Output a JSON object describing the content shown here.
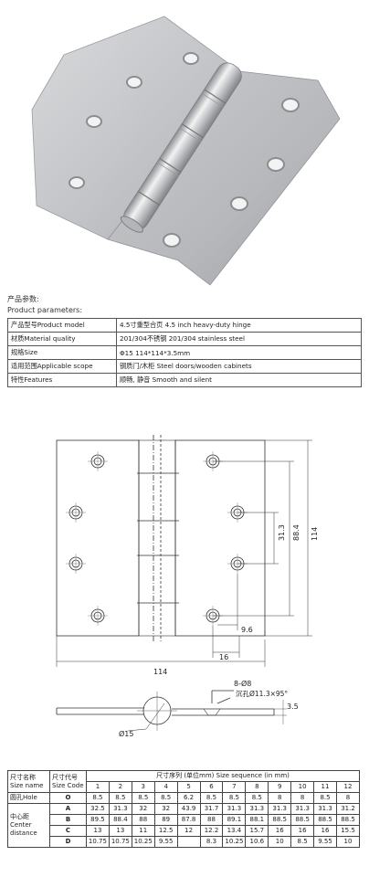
{
  "params": {
    "heading_cn": "产品参数:",
    "heading_en": "Product parameters:",
    "rows": [
      {
        "label": "产品型号Product model",
        "value": "4.5寸重型合页 4.5 inch heavy-duty hinge"
      },
      {
        "label": "材质Material quality",
        "value": "201/304不锈钢 201/304 stainless steel"
      },
      {
        "label": "规格Size",
        "value": "Φ15 114*114*3.5mm"
      },
      {
        "label": "适用范围Applicable scope",
        "value": "钢质门/木柜 Steel doors/wooden cabinets"
      },
      {
        "label": "特性Features",
        "value": "顺畅, 静音 Smooth and silent"
      }
    ]
  },
  "drawing": {
    "dim_313": "31.3",
    "dim_884": "88.4",
    "dim_114_v": "114",
    "dim_96": "9.6",
    "dim_16": "16",
    "dim_114_h": "114",
    "hole_note": "8-Ø8",
    "countersink_note": "沉孔Ø11.3×95°",
    "thickness": "3.5",
    "knuckle_dia": "Ø15"
  },
  "size_table": {
    "name_label": "尺寸名称 Size name",
    "code_label": "尺寸代号 Size Code",
    "seq_label": "尺寸序列 (单位mm) Size sequence (in mm)",
    "columns": [
      "1",
      "2",
      "3",
      "4",
      "5",
      "6",
      "7",
      "8",
      "9",
      "10",
      "11",
      "12"
    ],
    "hole_label": "圆孔Hole",
    "center_label": "中心距 Center distance",
    "rows": [
      {
        "code": "O",
        "values": [
          "8.5",
          "8.5",
          "8.5",
          "8.5",
          "6.2",
          "8.5",
          "8.5",
          "8.5",
          "8",
          "8",
          "8.5",
          "8"
        ]
      },
      {
        "code": "A",
        "values": [
          "32.5",
          "31.3",
          "32",
          "32",
          "43.9",
          "31.7",
          "31.3",
          "31.3",
          "31.3",
          "31.3",
          "31.3",
          "31.2"
        ]
      },
      {
        "code": "B",
        "values": [
          "89.5",
          "88.4",
          "88",
          "89",
          "87.8",
          "88",
          "89.1",
          "88.1",
          "88.5",
          "88.5",
          "88.5",
          "88.5"
        ]
      },
      {
        "code": "C",
        "values": [
          "13",
          "13",
          "11",
          "12.5",
          "12",
          "12.2",
          "13.4",
          "15.7",
          "16",
          "16",
          "16",
          "15.5"
        ]
      },
      {
        "code": "D",
        "values": [
          "10.75",
          "10.75",
          "10.25",
          "9.55",
          "",
          "8.3",
          "10.25",
          "10.6",
          "10",
          "8.5",
          "9.55",
          "10"
        ]
      }
    ]
  }
}
